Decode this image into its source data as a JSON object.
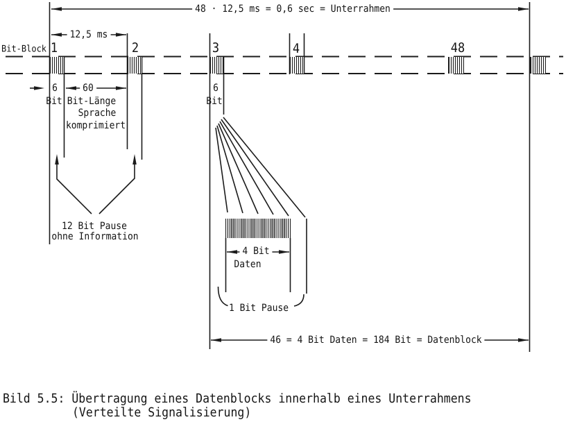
{
  "header": {
    "top_dimension_label": "48 · 12,5 ms = 0,6 sec = Unterrahmen",
    "interval_label": "12,5 ms"
  },
  "timeline": {
    "axis_label": "Bit-Block",
    "block_numbers": [
      "1",
      "2",
      "3",
      "4",
      "48"
    ]
  },
  "block1_detail": {
    "pause_bits": "6",
    "pause_unit": "Bit",
    "speech_bits": "60",
    "speech_line1": "Bit-Länge",
    "speech_line2": "Sprache",
    "speech_line3": "komprimiert"
  },
  "block3_detail": {
    "pause_bits": "6",
    "pause_unit": "Bit"
  },
  "pause_note": {
    "line1": "12 Bit Pause",
    "line2": "ohne Information"
  },
  "magnified": {
    "data_dimension": "4 Bit",
    "data_label": "Daten",
    "pause_label": "1 Bit Pause"
  },
  "footer": {
    "bottom_dimension_label": "46 = 4 Bit Daten = 184 Bit = Datenblock"
  },
  "caption": {
    "line1": "Bild 5.5: Übertragung eines Datenblocks innerhalb eines Unterrahmens",
    "line2": "(Verteilte Signalisierung)"
  }
}
